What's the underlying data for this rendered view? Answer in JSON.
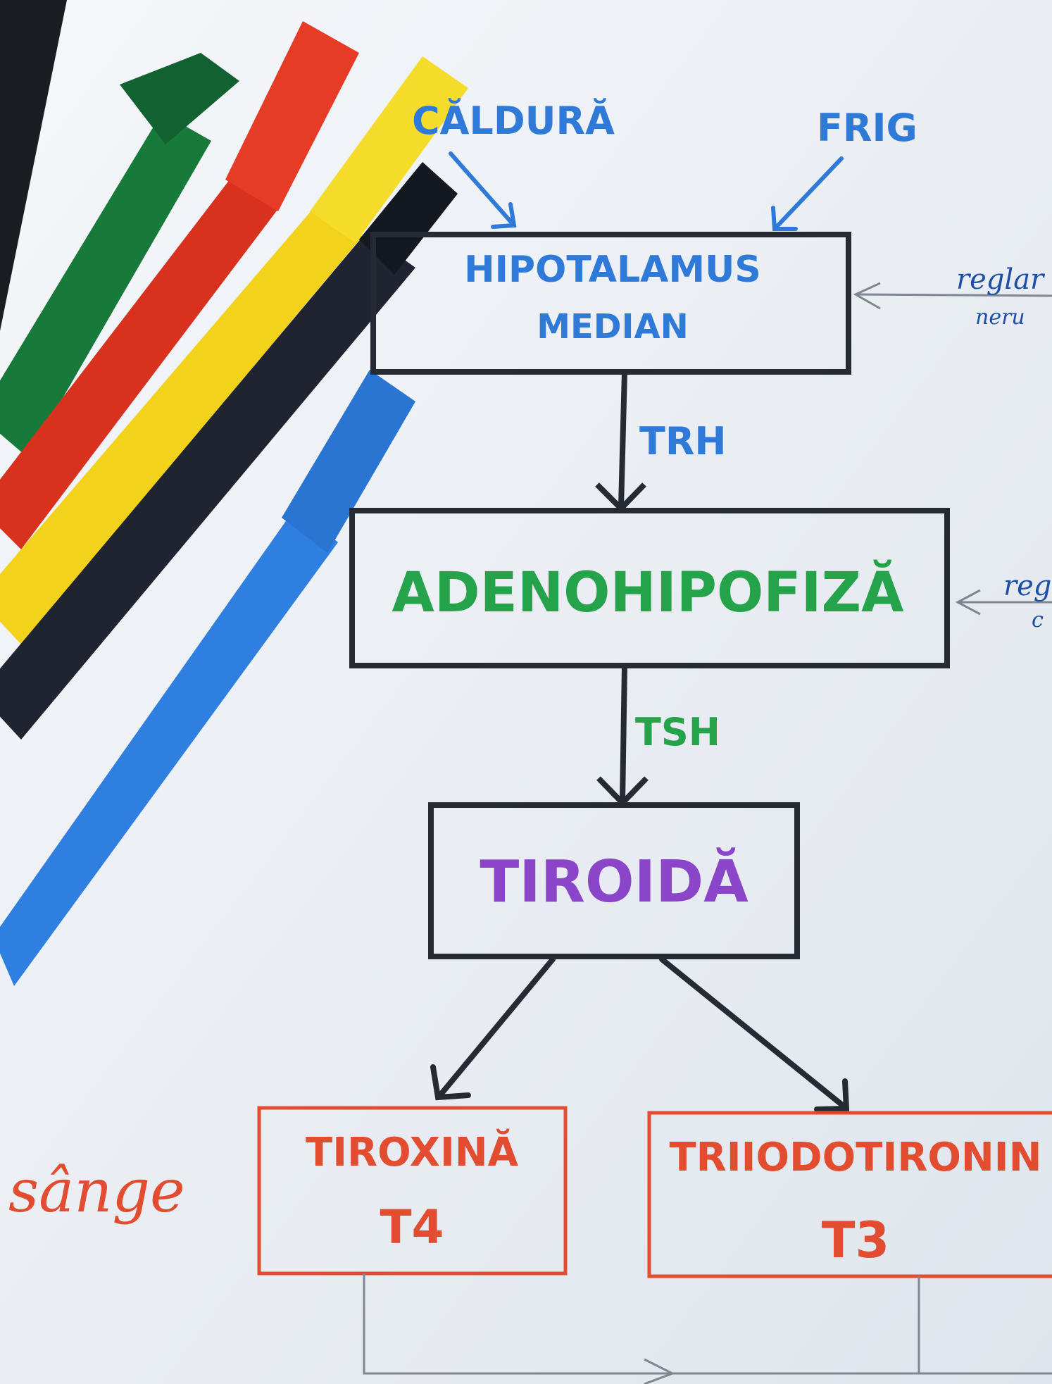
{
  "inputs": {
    "heat": "CĂLDURĂ",
    "cold": "FRIG"
  },
  "nodes": {
    "hypothalamus": {
      "line1": "HIPOTALAMUS",
      "line2": "MEDIAN"
    },
    "adenohypophysis": {
      "label": "ADENOHIPOFIZĂ"
    },
    "thyroid": {
      "label": "TIROIDĂ"
    },
    "thyroxine": {
      "line1": "TIROXINĂ",
      "line2": "T4"
    },
    "triiodothyronine": {
      "line1": "TRIIODOTIRONIN",
      "line2": "T3"
    }
  },
  "edges": {
    "trh": "TRH",
    "tsh": "TSH"
  },
  "side_labels": {
    "blood": "sânge",
    "feedback_top_line1": "reglar",
    "feedback_top_line2": "neru",
    "feedback_mid_line1": "reg",
    "feedback_mid_line2": "c"
  },
  "colors": {
    "blue": "#2f7ad8",
    "green": "#24a34a",
    "purple": "#8a45c9",
    "orange": "#e24d32",
    "ink": "#252a33",
    "pen_blue": "#1d4fa6"
  }
}
